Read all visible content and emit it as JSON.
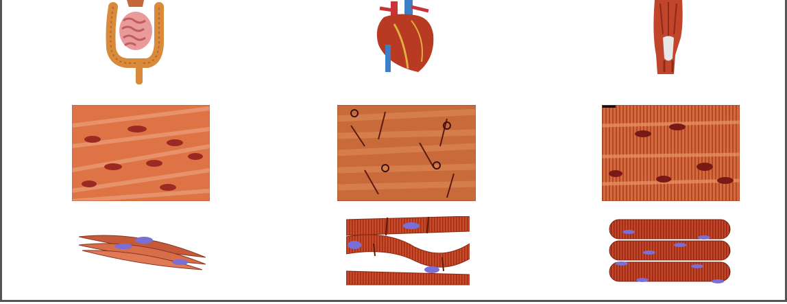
{
  "figure": {
    "rows": [
      "organ",
      "micrograph",
      "cell-drawing"
    ],
    "columns": [
      {
        "tissue": "smooth-muscle",
        "organ_icon": "intestine-icon"
      },
      {
        "tissue": "cardiac-muscle",
        "organ_icon": "heart-icon"
      },
      {
        "tissue": "skeletal-muscle",
        "organ_icon": "leg-muscle-icon"
      }
    ],
    "colors": {
      "muscle": "#c0452a",
      "muscle_light": "#e07a4e",
      "tissue_bg": "#d9663b",
      "nucleus_tissue": "#8e1f1f",
      "nucleus_cell": "#7a6fd6",
      "vessel_blue": "#3c7fc4",
      "tendon": "#e8e8e8",
      "border": "#555555"
    }
  }
}
